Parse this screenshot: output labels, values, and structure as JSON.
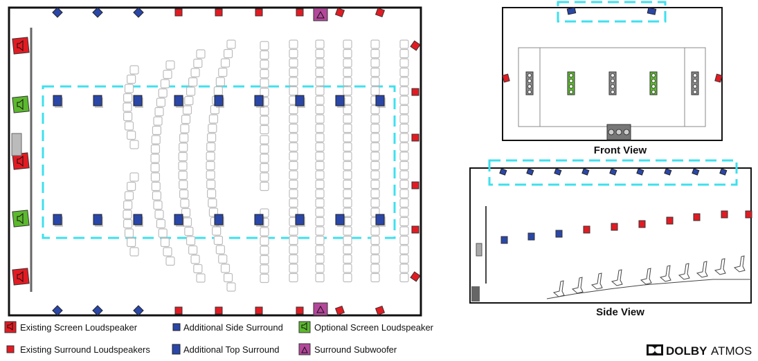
{
  "colors": {
    "existing_screen": "#e21b23",
    "existing_surround": "#e21b23",
    "additional_side": "#2a47a8",
    "additional_top": "#2a47a8",
    "optional_screen": "#5cb82e",
    "subwoofer": "#b4479b",
    "highlight": "#3ee0ee",
    "seat": "#bdbdbd"
  },
  "legend": {
    "existing_screen": "Existing Screen Loudspeaker",
    "existing_surround": "Existing Surround Loudspeakers",
    "additional_side": "Additional Side Surround",
    "additional_top": "Additional Top Surround",
    "optional_screen": "Optional Screen Loudspeaker",
    "subwoofer": "Surround Subwoofer"
  },
  "views": {
    "front": "Front View",
    "side": "Side View"
  },
  "brand": {
    "dolby": "DOLBY",
    "atmos": "ATMOS"
  }
}
